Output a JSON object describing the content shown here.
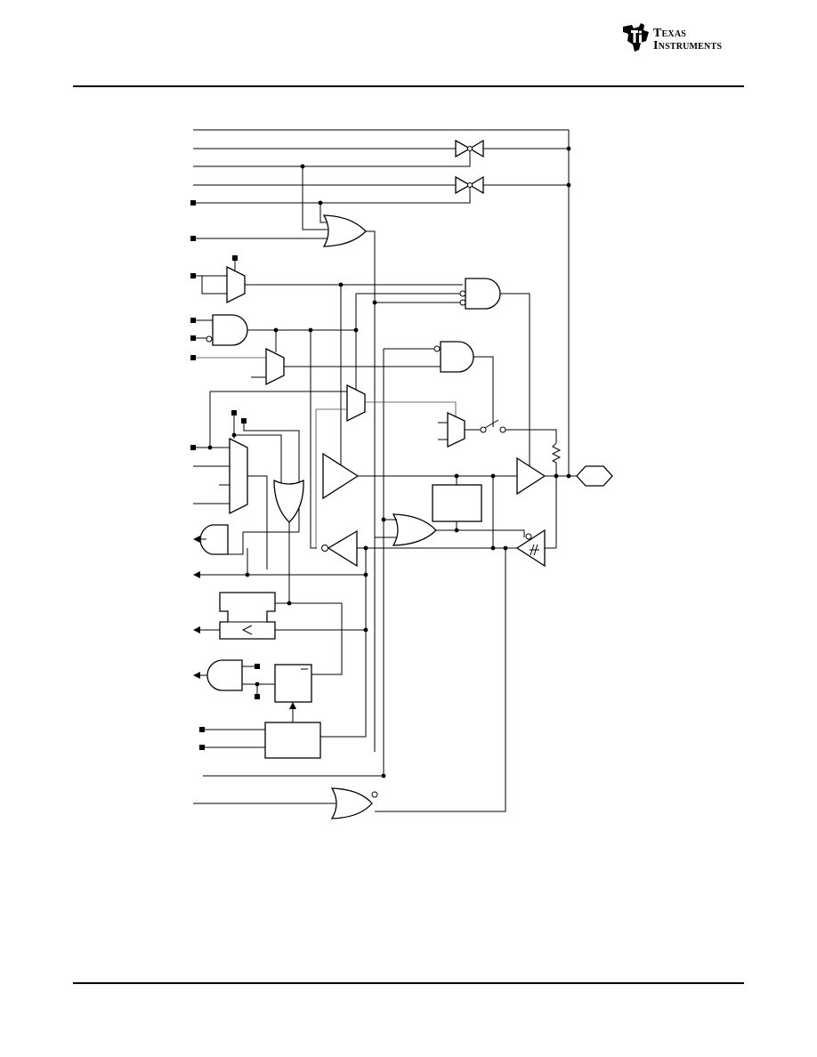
{
  "header": {
    "logo": {
      "line1": "Texas",
      "line2": "Instruments",
      "brand_color": "#000000"
    }
  },
  "diagram": {
    "components": [
      "transmission-gate-1",
      "transmission-gate-2",
      "or-gate-top",
      "mux-top",
      "and-gate-left",
      "mux-left",
      "and-gate-3input",
      "and-gate-mid",
      "mux-center",
      "mux-right",
      "switch",
      "pullup-resistor",
      "mux-main",
      "or-gate-vertical",
      "output-buffer-left",
      "output-buffer-right",
      "pin-pad",
      "control-block",
      "or-gate-lower",
      "input-buffer-left",
      "schmitt-input-buffer",
      "and-gate-output-1",
      "latch-block",
      "and-gate-output-2",
      "flop-block",
      "control-block-lower",
      "nor-gate-bottom"
    ],
    "icons": [
      "ti-logo-icon",
      "resistor-icon",
      "schmitt-trigger-icon",
      "clock-triangle-icon"
    ]
  }
}
